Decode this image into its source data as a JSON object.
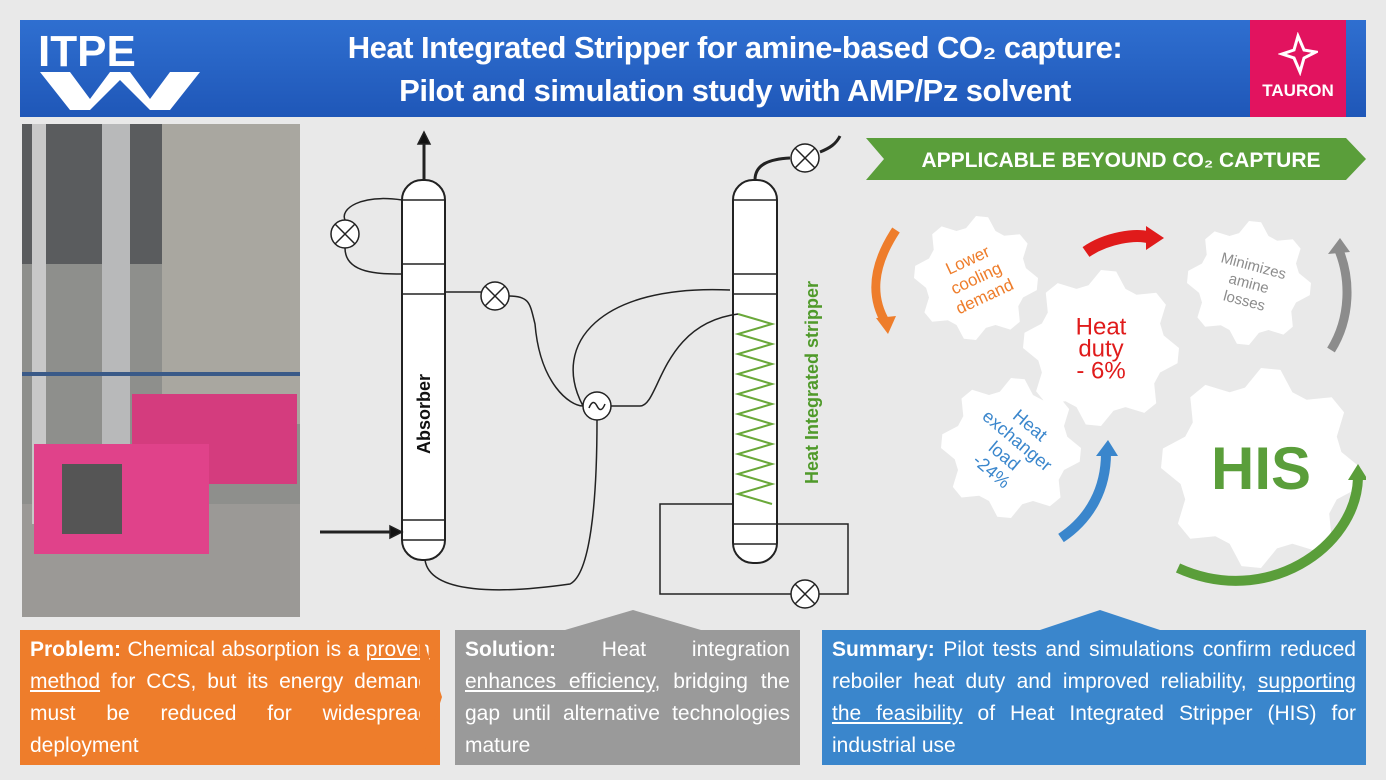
{
  "header": {
    "logo_left": "ITPE",
    "title_line1": "Heat Integrated Stripper for amine-based CO₂ capture:",
    "title_line2": "Pilot and simulation study with AMP/Pz solvent",
    "logo_right": "TAURON"
  },
  "diagram": {
    "absorber_label": "Absorber",
    "stripper_label": "Heat Integrated stripper"
  },
  "benefits": {
    "banner": "APPLICABLE BEYOUND CO₂ CAPTURE",
    "gears": [
      {
        "lines": [
          "Lower",
          "cooling",
          "demand"
        ],
        "color": "#ee7d2b"
      },
      {
        "lines": [
          "Heat",
          "duty",
          "- 6%"
        ],
        "color": "#e01b1b"
      },
      {
        "lines": [
          "Minimizes",
          "amine",
          "losses"
        ],
        "color": "#8c8c8c"
      },
      {
        "lines": [
          "Heat",
          "exchanger",
          "load",
          "-24%"
        ],
        "color": "#3a86cc"
      },
      {
        "lines": [
          "HIS"
        ],
        "color": "#5a9e3a"
      }
    ],
    "colors": {
      "banner": "#5a9e3a",
      "orange": "#ee7d2b",
      "red": "#e01b1b",
      "gray": "#8c8c8c",
      "blue": "#3a86cc",
      "green": "#5a9e3a"
    }
  },
  "problem": {
    "label": "Problem:",
    "text1": " Chemical absorption is a ",
    "link": "proven method",
    "text2": " for CCS, but its energy demand must be reduced for widespread deployment"
  },
  "solution": {
    "label": "Solution:",
    "text1": " Heat integration ",
    "link": "enhances efficiency",
    "text2": ", bridging the gap until alternative technologies mature"
  },
  "summary": {
    "label": "Summary:",
    "text1": " Pilot tests and simulations confirm reduced reboiler heat duty and improved reliability, ",
    "link": "supporting the feasibility",
    "text2": " of Heat Integrated Stripper (HIS) for industrial use"
  }
}
